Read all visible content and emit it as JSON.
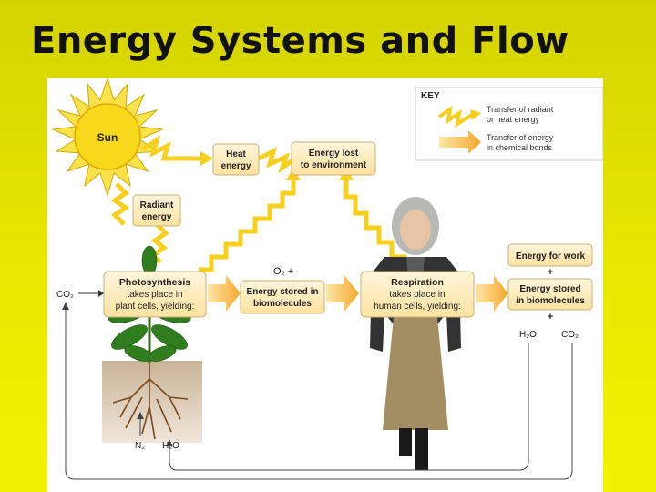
{
  "title": "Energy Systems and Flow",
  "key": {
    "heading": "KEY",
    "radiant_line1": "Transfer of radiant",
    "radiant_line2": "or heat energy",
    "chemical_line1": "Transfer of energy",
    "chemical_line2": "in chemical bonds"
  },
  "nodes": {
    "sun": "Sun",
    "heat_1": "Heat",
    "heat_2": "energy",
    "lost_1": "Energy lost",
    "lost_2": "to environment",
    "radiant_1": "Radiant",
    "radiant_2": "energy",
    "photo_1": "Photosynthesis",
    "photo_2": "takes place in",
    "photo_3": "plant cells, yielding:",
    "bio_1": "Energy stored in",
    "bio_2": "biomolecules",
    "resp_1": "Respiration",
    "resp_2": "takes place in",
    "resp_3": "human cells, yielding:",
    "work": "Energy for work",
    "stored_1": "Energy stored",
    "stored_2": "in biomolecules"
  },
  "labels": {
    "co2_left": "CO₂",
    "o2": "O₂ +",
    "plus_1": "+",
    "plus_2": "+",
    "h2o_right": "H₂O",
    "co2_right": "CO₂",
    "n2": "N₂",
    "h2o_bottom": "H₂O"
  },
  "colors": {
    "background": "#e6e600",
    "box_fill": "#ffeec2",
    "arrow_orange": "#f6b03a",
    "zigzag_yellow": "#f8d21a",
    "sun_yellow": "#f7d81a"
  }
}
